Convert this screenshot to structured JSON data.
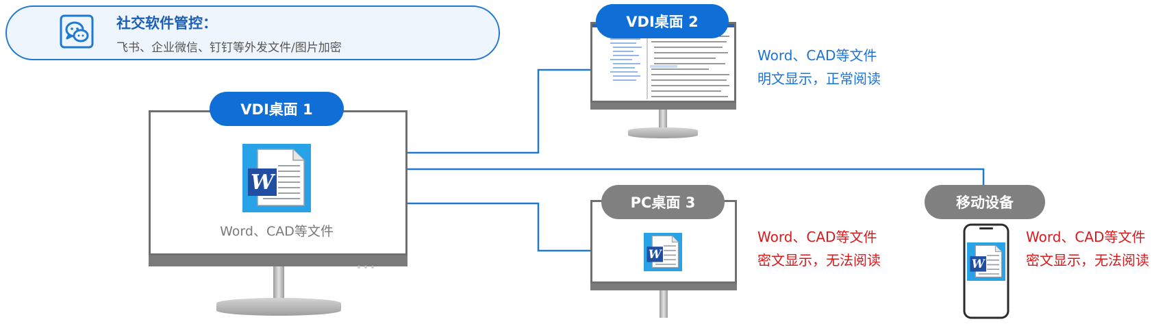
{
  "banner": {
    "title": "社交软件管控：",
    "subtitle": "飞书、企业微信、钉钉等外发文件/图片加密",
    "icon": "chat-bubbles-icon"
  },
  "devices": {
    "vdi1": {
      "label": "VDI桌面 1",
      "file_caption": "Word、CAD等文件"
    },
    "vdi2": {
      "label": "VDI桌面 2",
      "note_line1": "Word、CAD等文件",
      "note_line2": "明文显示，正常阅读"
    },
    "pc3": {
      "label": "PC桌面 3",
      "note_line1": "Word、CAD等文件",
      "note_line2": "密文显示，无法阅读"
    },
    "mobile": {
      "label": "移动设备",
      "note_line1": "Word、CAD等文件",
      "note_line2": "密文显示，无法阅读"
    }
  },
  "colors": {
    "accent_blue": "#0f6fd6",
    "pill_gray": "#808080",
    "text_blue": "#1a73d9",
    "text_red": "#d7191c",
    "connector": "#1f78d1"
  }
}
